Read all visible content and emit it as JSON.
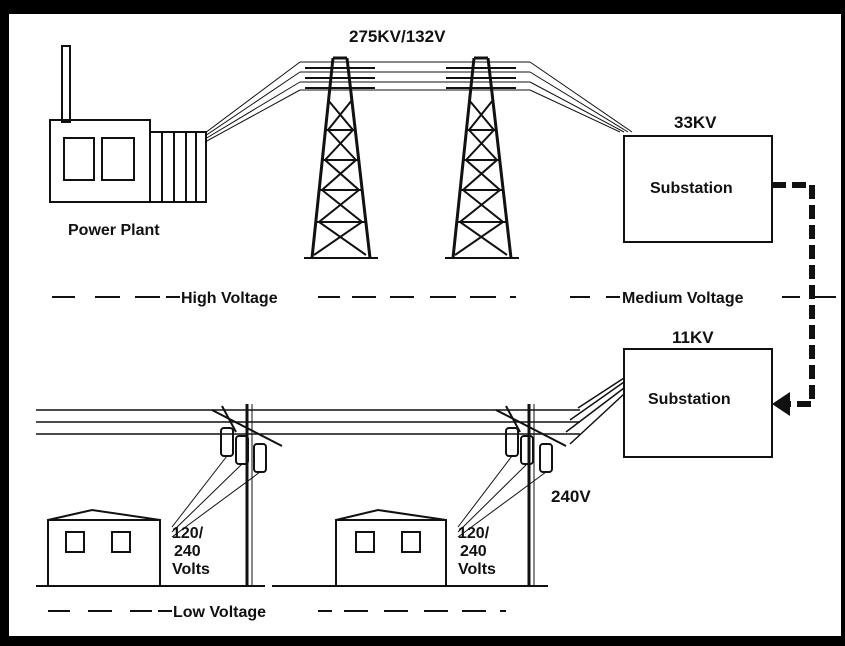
{
  "labels": {
    "transmission_voltage": "275KV/132V",
    "power_plant": "Power Plant",
    "substation_1_voltage": "33KV",
    "substation_1_name": "Substation",
    "high_voltage": "High Voltage",
    "medium_voltage": "Medium Voltage",
    "substation_2_voltage": "11KV",
    "substation_2_name": "Substation",
    "distribution_voltage": "240V",
    "house_1_voltage": [
      "120/",
      "240",
      "Volts"
    ],
    "house_2_voltage": [
      "120/",
      "240",
      "Volts"
    ],
    "low_voltage": "Low Voltage"
  },
  "colors": {
    "frame": "#000000",
    "canvas": "#ffffff",
    "ink": "#111111"
  }
}
